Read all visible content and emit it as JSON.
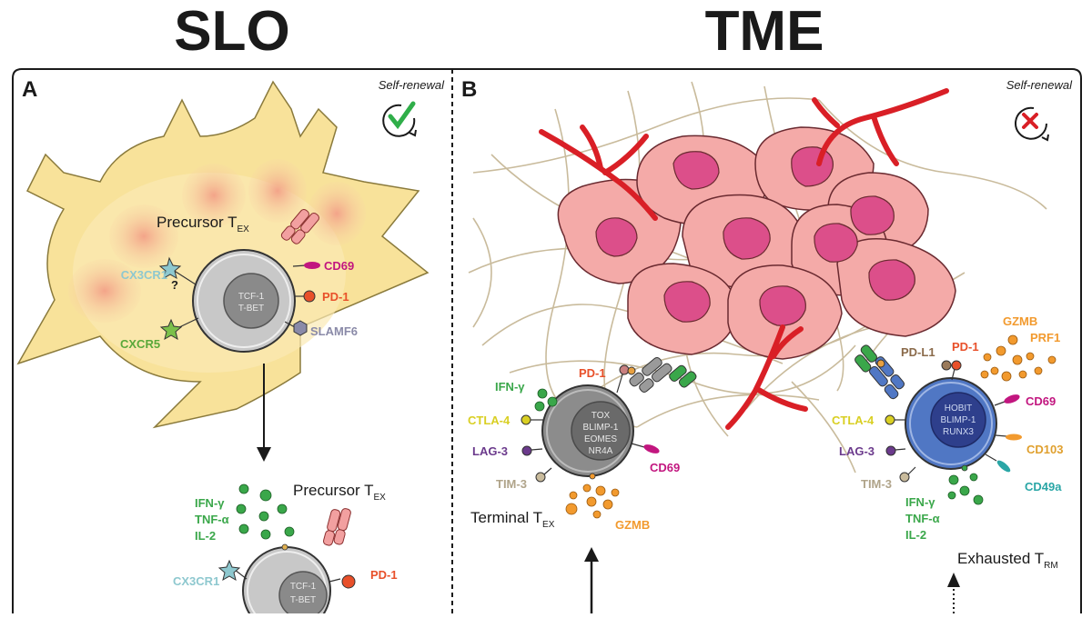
{
  "headers": {
    "left": "SLO",
    "right": "TME"
  },
  "panels": {
    "a": {
      "letter": "A",
      "self_renewal": "Self-renewal",
      "self_renewal_status": "check"
    },
    "b": {
      "letter": "B",
      "self_renewal": "Self-renewal",
      "self_renewal_status": "cross"
    }
  },
  "precursor_top": {
    "title": "Precursor T",
    "title_sub": "EX",
    "nucleus": [
      "TCF-1",
      "T-BET"
    ],
    "markers": {
      "cx3cr1": "CX3CR1",
      "question": "?",
      "cxcr5": "CXCR5",
      "cd69": "CD69",
      "pd1": "PD-1",
      "slamf6": "SLAMF6"
    }
  },
  "precursor_bottom": {
    "title": "Precursor T",
    "title_sub": "EX",
    "nucleus": [
      "TCF-1",
      "T-BET"
    ],
    "cytokines": [
      "IFN-γ",
      "TNF-α",
      "IL-2"
    ],
    "markers": {
      "cx3cr1": "CX3CR1",
      "pd1": "PD-1"
    }
  },
  "terminal": {
    "title": "Terminal T",
    "title_sub": "EX",
    "nucleus": [
      "TOX",
      "BLIMP-1",
      "EOMES",
      "NR4A"
    ],
    "markers": {
      "ifng": "IFN-γ",
      "ctla4": "CTLA-4",
      "lag3": "LAG-3",
      "tim3": "TIM-3",
      "pd1": "PD-1",
      "cd69": "CD69",
      "gzmb": "GZMB"
    }
  },
  "trm": {
    "title": "Exhausted T",
    "title_sub": "RM",
    "nucleus": [
      "HOBIT",
      "BLIMP-1",
      "RUNX3"
    ],
    "cytokines": [
      "IFN-γ",
      "TNF-α",
      "IL-2"
    ],
    "markers": {
      "pdl1": "PD-L1",
      "pd1": "PD-1",
      "gzmb": "GZMB",
      "prf1": "PRF1",
      "cd69": "CD69",
      "ctla4": "CTLA-4",
      "lag3": "LAG-3",
      "tim3": "TIM-3",
      "cd103": "CD103",
      "cd49a": "CD49a"
    }
  },
  "colors": {
    "tan": "#f8e29a",
    "tan_edge": "#c9a94c",
    "tumor": "#f4aaa8",
    "tumor_nucleus": "#dc4f8a",
    "vessel": "#d91f26",
    "fiber": "#c9bb9c",
    "tcell_grey": "#c8c8c8",
    "tcell_blue": "#5077c4",
    "green": "#3aa74a",
    "orange": "#f29a2e",
    "magenta": "#c2167f",
    "purple": "#6b3a8c",
    "yellow": "#d9cf23",
    "teal": "#2aa6a6",
    "light_blue": "#8ec8cf",
    "red_orange": "#e8502a"
  }
}
